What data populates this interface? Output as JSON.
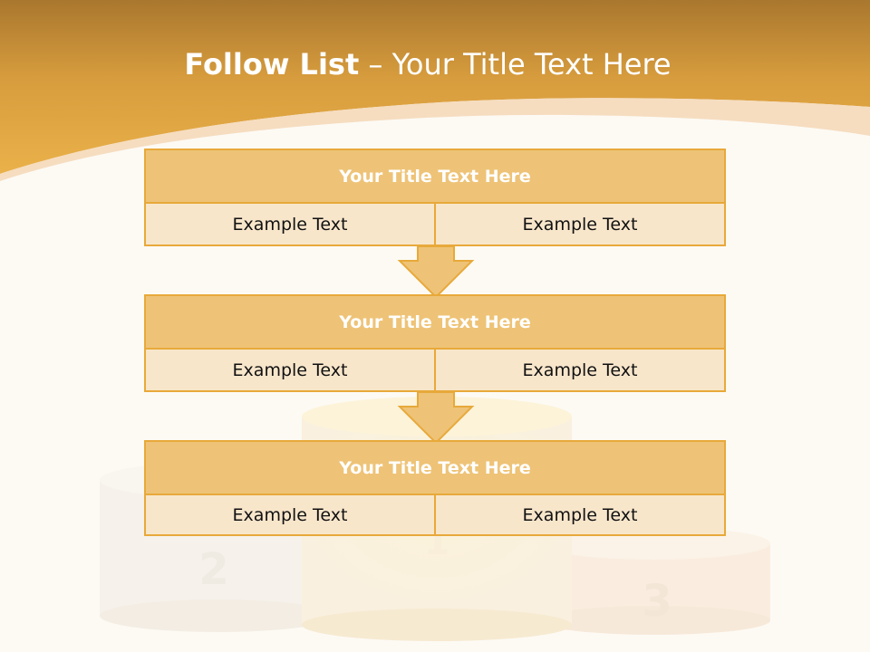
{
  "slide": {
    "title_bold": "Follow List",
    "title_rest": " – Your Title Text Here"
  },
  "blocks": [
    {
      "title": "Your Title Text Here",
      "left": "Example Text",
      "right": "Example Text"
    },
    {
      "title": "Your Title Text Here",
      "left": "Example Text",
      "right": "Example Text"
    },
    {
      "title": "Your Title Text Here",
      "left": "Example Text",
      "right": "Example Text"
    }
  ],
  "podium": {
    "labels": [
      "1",
      "2",
      "3"
    ]
  },
  "colors": {
    "header": "#e5a93c",
    "border": "#e8a93a",
    "title_fill": "#eec377",
    "cell_fill": "#f8e6cb"
  },
  "icons": {
    "arrow": "down-arrow-icon"
  }
}
